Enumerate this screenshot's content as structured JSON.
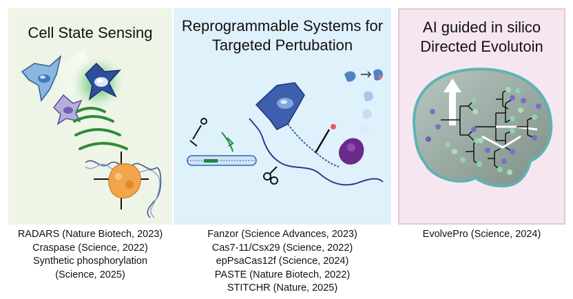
{
  "panels": [
    {
      "title_lines": [
        "Cell State Sensing"
      ],
      "references": [
        "RADARS (Nature Biotech, 2023)",
        "Craspase (Science, 2022)",
        "Synthetic phosphorylation",
        "(Science, 2025)"
      ]
    },
    {
      "title_lines": [
        "Reprogrammable Systems for",
        "Targeted Pertubation"
      ],
      "references": [
        "Fanzor (Science Advances, 2023)",
        "Cas7-11/Csx29 (Science, 2022)",
        "epPsaCas12f (Science, 2024)",
        "PASTE (Nature Biotech, 2022)",
        "STITCHR (Nature, 2025)"
      ]
    },
    {
      "title_lines": [
        "AI guided in silico",
        "Directed Evolutoin"
      ],
      "references": [
        "EvolvePro (Science, 2024)"
      ]
    }
  ],
  "colors": {
    "panel1_bg": "#eef5e6",
    "panel2_bg": "#dff1fa",
    "panel3_bg": "#f6e6ef",
    "cell_blue": "#3d5fae",
    "wave_green": "#2e8b3a",
    "protein_orange": "#f0a040",
    "protein_purple": "#6a2a8a",
    "tree_dot_purple": "#7a70c8",
    "tree_dot_green": "#8fd4a8"
  },
  "icons": [
    "cell-icon",
    "glowing-cell-icon",
    "signal-waves-icon",
    "crosshair-icon",
    "protein-icon",
    "scissors-icon",
    "dna-icon",
    "brain-icon",
    "evolution-tree-icon",
    "up-arrow-icon"
  ]
}
